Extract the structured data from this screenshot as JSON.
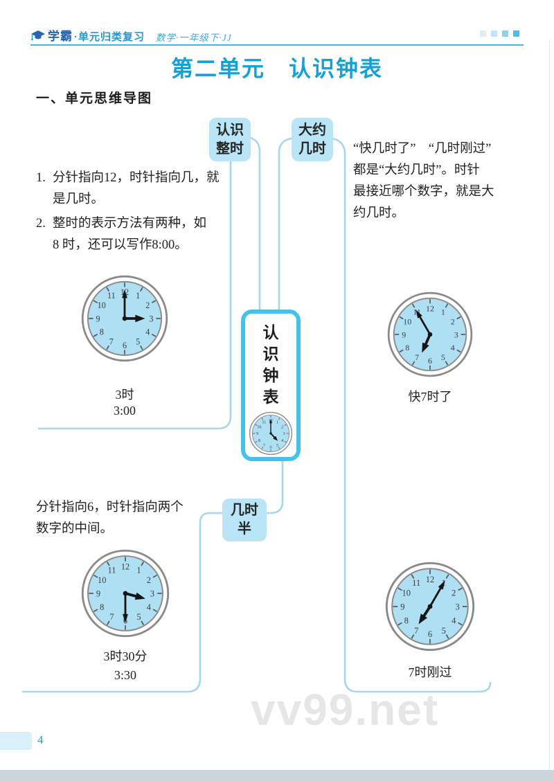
{
  "header": {
    "brand": "学霸",
    "series": "·单元归类复习",
    "edition": "数学·一年级下·JJ",
    "cap_icon": "graduation-cap-icon"
  },
  "title": {
    "unit": "第二单元",
    "name": "认识钟表"
  },
  "section": {
    "heading": "一、单元思维导图"
  },
  "mindmap": {
    "center_label": "认识钟表",
    "center_chars": [
      "认",
      "识",
      "钟",
      "表"
    ],
    "branches": {
      "whole": {
        "label": "认识整时",
        "line1": "认识",
        "line2": "整时"
      },
      "about": {
        "label": "大约几时",
        "line1": "大约",
        "line2": "几时"
      },
      "half": {
        "label": "几时半",
        "line1": "几时",
        "line2": "半"
      }
    },
    "notes": {
      "whole": [
        {
          "marker": "1.",
          "lines": [
            "分针指向12，时针指向几，就",
            "是几时。"
          ]
        },
        {
          "marker": "2.",
          "lines": [
            "整时的表示方法有两种，如",
            "8 时，还可以写作8:00。"
          ]
        }
      ],
      "about_lines": [
        "“快几时了”　“几时刚过”",
        "都是“大约几时”。时针",
        "最接近哪个数字，就是大",
        "约几时。"
      ],
      "half_lines": [
        "分针指向6，时针指向两个",
        "数字的中间。"
      ]
    }
  },
  "clocks": {
    "whole": {
      "depicts": "3:00",
      "hour_deg": 90,
      "minute_deg": 0,
      "labels": [
        "3时",
        "3:00"
      ]
    },
    "about": {
      "depicts": "快7时了(约6:55)",
      "hour_deg": 204,
      "minute_deg": 330,
      "labels": [
        "快7时了"
      ]
    },
    "half": {
      "depicts": "3:30",
      "hour_deg": 105,
      "minute_deg": 180,
      "labels": [
        "3时30分",
        "3:30"
      ]
    },
    "past": {
      "depicts": "7时刚过(约7:05)",
      "hour_deg": 213,
      "minute_deg": 30,
      "labels": [
        "7时刚过"
      ]
    },
    "mini": {
      "depicts": "装饰小钟",
      "hour_deg": 137,
      "minute_deg": 0,
      "labels": []
    }
  },
  "footer": {
    "page_number": "4",
    "watermark": "vv99.net"
  },
  "colors": {
    "title_blue": "#14a1d5",
    "header_blue": "#2596d1",
    "node_fill": "#b9e5f6",
    "center_border": "#45c2ec",
    "connector": "#a6d7eb",
    "clock_face": "#aedff2",
    "decor_squares": [
      "#ddeffa",
      "#bfe6f6",
      "#8fd0ec",
      "#54bbe4"
    ]
  }
}
